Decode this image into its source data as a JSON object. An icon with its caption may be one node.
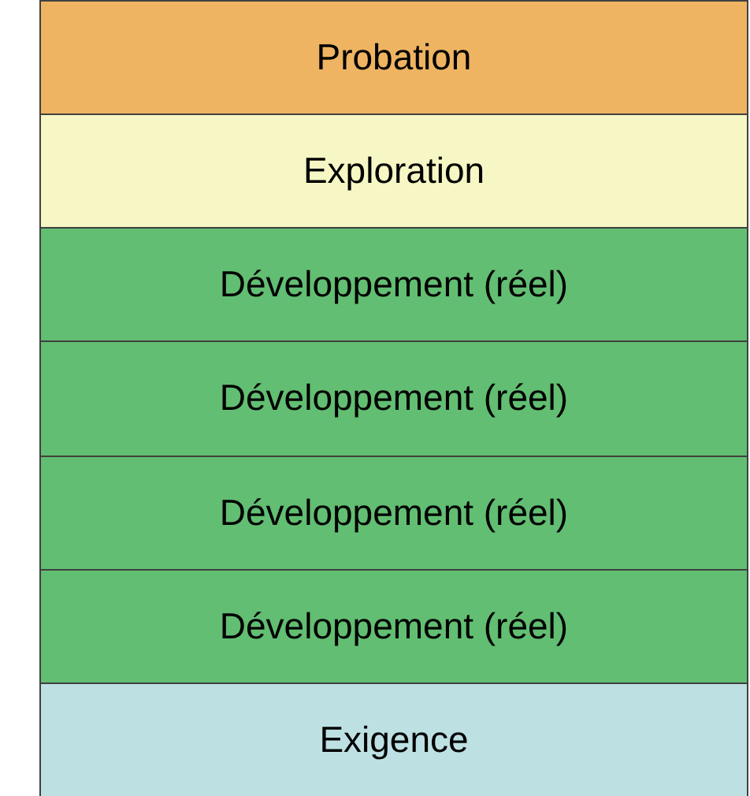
{
  "diagram": {
    "nodes": [
      {
        "text": [
          "Probation"
        ]
      },
      {
        "text": [
          "Exploration"
        ]
      },
      {
        "text": [
          "Développement (réel)"
        ]
      },
      {
        "text": [
          "Développement (réel)"
        ]
      },
      {
        "text": [
          "Développement (réel)"
        ]
      },
      {
        "text": [
          "Développement (réel)"
        ]
      },
      {
        "text": [
          "Exigence"
        ]
      }
    ]
  }
}
